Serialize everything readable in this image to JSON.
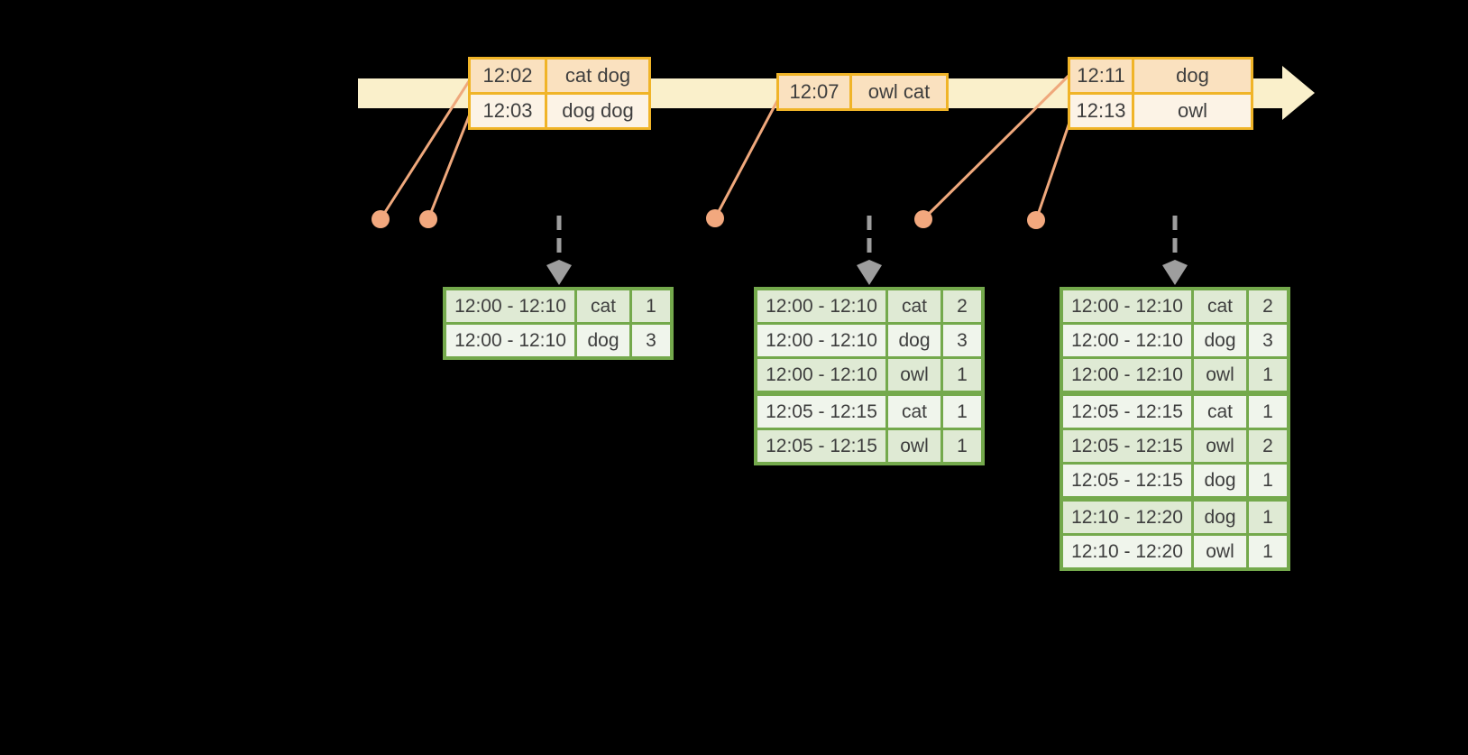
{
  "colors": {
    "background": "#000000",
    "timeline_bar": "#FAF0CB",
    "event_table_border": "#F0B428",
    "event_row_dark": "#FAE1BF",
    "event_row_light": "#FCF3E6",
    "connector_line": "#EFA87C",
    "trigger_dot": "#F2A87E",
    "result_table_border": "#74A94C",
    "result_row_dark": "#DFEAD4",
    "result_row_light": "#F0F5EC",
    "dashed_arrow": "#9E9E9E",
    "text": "#3E3E3E"
  },
  "icons": {
    "timeline_arrowhead": "right-arrow",
    "trigger_dot": "filled-circle",
    "dashed_arrow": "down-arrow-dashed"
  },
  "event_tables": [
    {
      "rows": [
        {
          "time": "12:02",
          "words": "cat dog"
        },
        {
          "time": "12:03",
          "words": "dog dog"
        }
      ]
    },
    {
      "rows": [
        {
          "time": "12:07",
          "words": "owl cat"
        }
      ]
    },
    {
      "rows": [
        {
          "time": "12:11",
          "words": "dog"
        },
        {
          "time": "12:13",
          "words": "owl"
        }
      ]
    }
  ],
  "result_tables": [
    {
      "rows": [
        {
          "window": "12:00 - 12:10",
          "word": "cat",
          "count": "1"
        },
        {
          "window": "12:00 - 12:10",
          "word": "dog",
          "count": "3"
        }
      ]
    },
    {
      "rows": [
        {
          "window": "12:00 - 12:10",
          "word": "cat",
          "count": "2"
        },
        {
          "window": "12:00 - 12:10",
          "word": "dog",
          "count": "3"
        },
        {
          "window": "12:00 - 12:10",
          "word": "owl",
          "count": "1"
        },
        {
          "window": "12:05 - 12:15",
          "word": "cat",
          "count": "1"
        },
        {
          "window": "12:05 - 12:15",
          "word": "owl",
          "count": "1"
        }
      ]
    },
    {
      "rows": [
        {
          "window": "12:00 - 12:10",
          "word": "cat",
          "count": "2"
        },
        {
          "window": "12:00 - 12:10",
          "word": "dog",
          "count": "3"
        },
        {
          "window": "12:00 - 12:10",
          "word": "owl",
          "count": "1"
        },
        {
          "window": "12:05 - 12:15",
          "word": "cat",
          "count": "1"
        },
        {
          "window": "12:05 - 12:15",
          "word": "owl",
          "count": "2"
        },
        {
          "window": "12:05 - 12:15",
          "word": "dog",
          "count": "1"
        },
        {
          "window": "12:10 - 12:20",
          "word": "dog",
          "count": "1"
        },
        {
          "window": "12:10 - 12:20",
          "word": "owl",
          "count": "1"
        }
      ]
    }
  ]
}
